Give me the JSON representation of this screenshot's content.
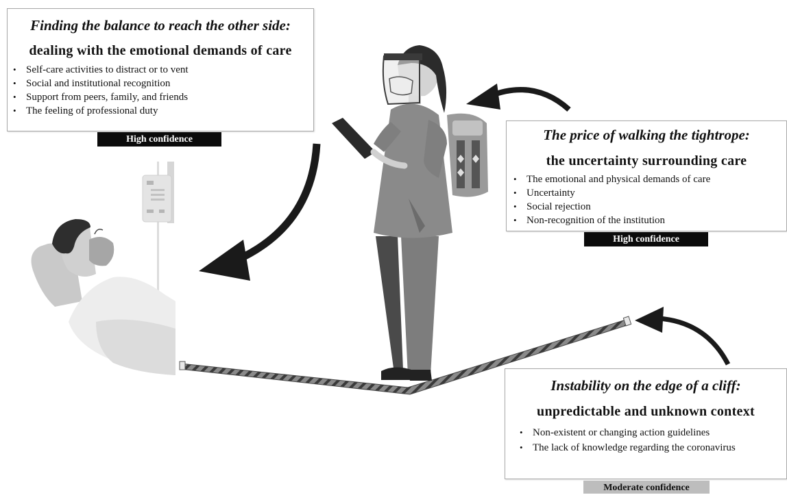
{
  "boxes": {
    "top_left": {
      "title": "Finding the balance to reach the other side:",
      "subtitle": "dealing with the emotional demands of care",
      "items": [
        "Self-care activities to distract or to vent",
        "Social and institutional recognition",
        "Support from peers, family, and friends",
        "The feeling of professional duty"
      ],
      "badge": "High confidence"
    },
    "right": {
      "title": "The price of walking the tightrope:",
      "subtitle": "the uncertainty surrounding care",
      "items": [
        "The emotional and physical demands of care",
        "Uncertainty",
        "Social rejection",
        "Non-recognition of the institution"
      ],
      "badge": "High confidence"
    },
    "bottom_right": {
      "title": "Instability on the edge of a cliff:",
      "subtitle": "unpredictable and unknown context",
      "items": [
        "Non-existent or changing action guidelines",
        "The lack of knowledge regarding the coronavirus"
      ],
      "badge": "Moderate confidence"
    }
  },
  "colors": {
    "badge_dark": "#0b0b0b",
    "badge_light": "#bdbdbd",
    "arrow": "#1a1a1a",
    "rope": "#6a6a6a"
  },
  "illustration": {
    "patient": "patient-in-bed-illustration",
    "nurse": "nurse-with-clipboard-illustration",
    "iv_bag": "iv-bag-icon",
    "tightrope": "tightrope-illustration"
  }
}
